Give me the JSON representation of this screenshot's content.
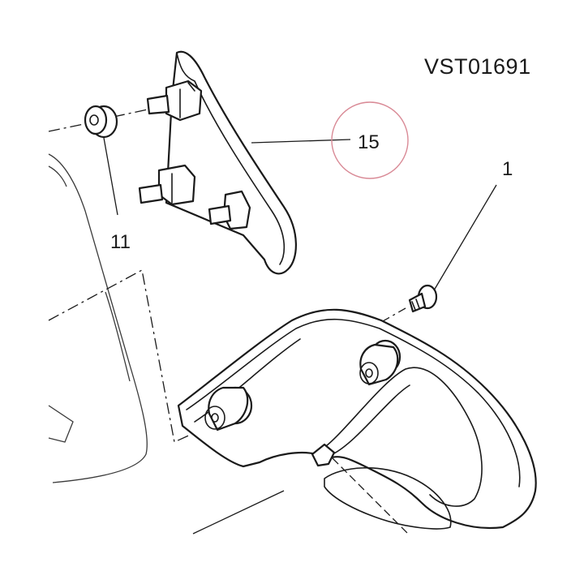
{
  "drawing_code": "VST01691",
  "callouts": [
    {
      "label": "15",
      "highlighted": true
    },
    {
      "label": "1",
      "highlighted": false
    },
    {
      "label": "11",
      "highlighted": false
    }
  ],
  "colors": {
    "line": "#1a1a1a",
    "highlight_circle": "#d98a96",
    "background": "#ffffff"
  }
}
